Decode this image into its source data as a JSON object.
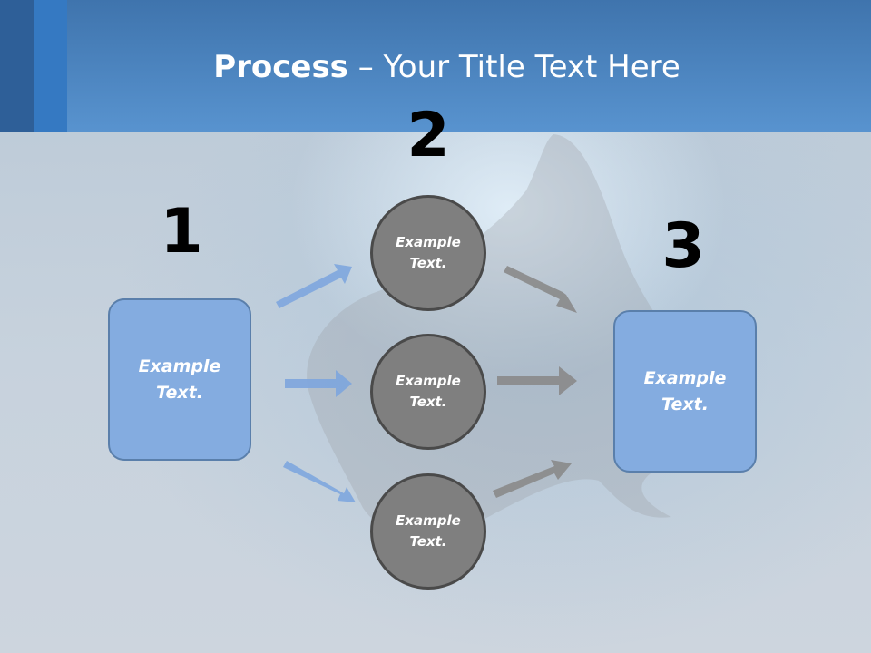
{
  "slide": {
    "title_bold": "Process",
    "title_rest": " – Your Title Text Here"
  },
  "steps": {
    "one": "1",
    "two": "2",
    "three": "3"
  },
  "nodes": {
    "left_box": {
      "line1": "Example",
      "line2": "Text."
    },
    "circle_top": {
      "line1": "Example",
      "line2": "Text."
    },
    "circle_middle": {
      "line1": "Example",
      "line2": "Text."
    },
    "circle_bottom": {
      "line1": "Example",
      "line2": "Text."
    },
    "right_box": {
      "line1": "Example",
      "line2": "Text."
    }
  },
  "colors": {
    "header": "#5893cf",
    "box_fill": "#84ace0",
    "circle_fill": "#7f7f7f",
    "blue_arrow": "#7ea6de",
    "gray_arrow": "#8a8a8a"
  }
}
